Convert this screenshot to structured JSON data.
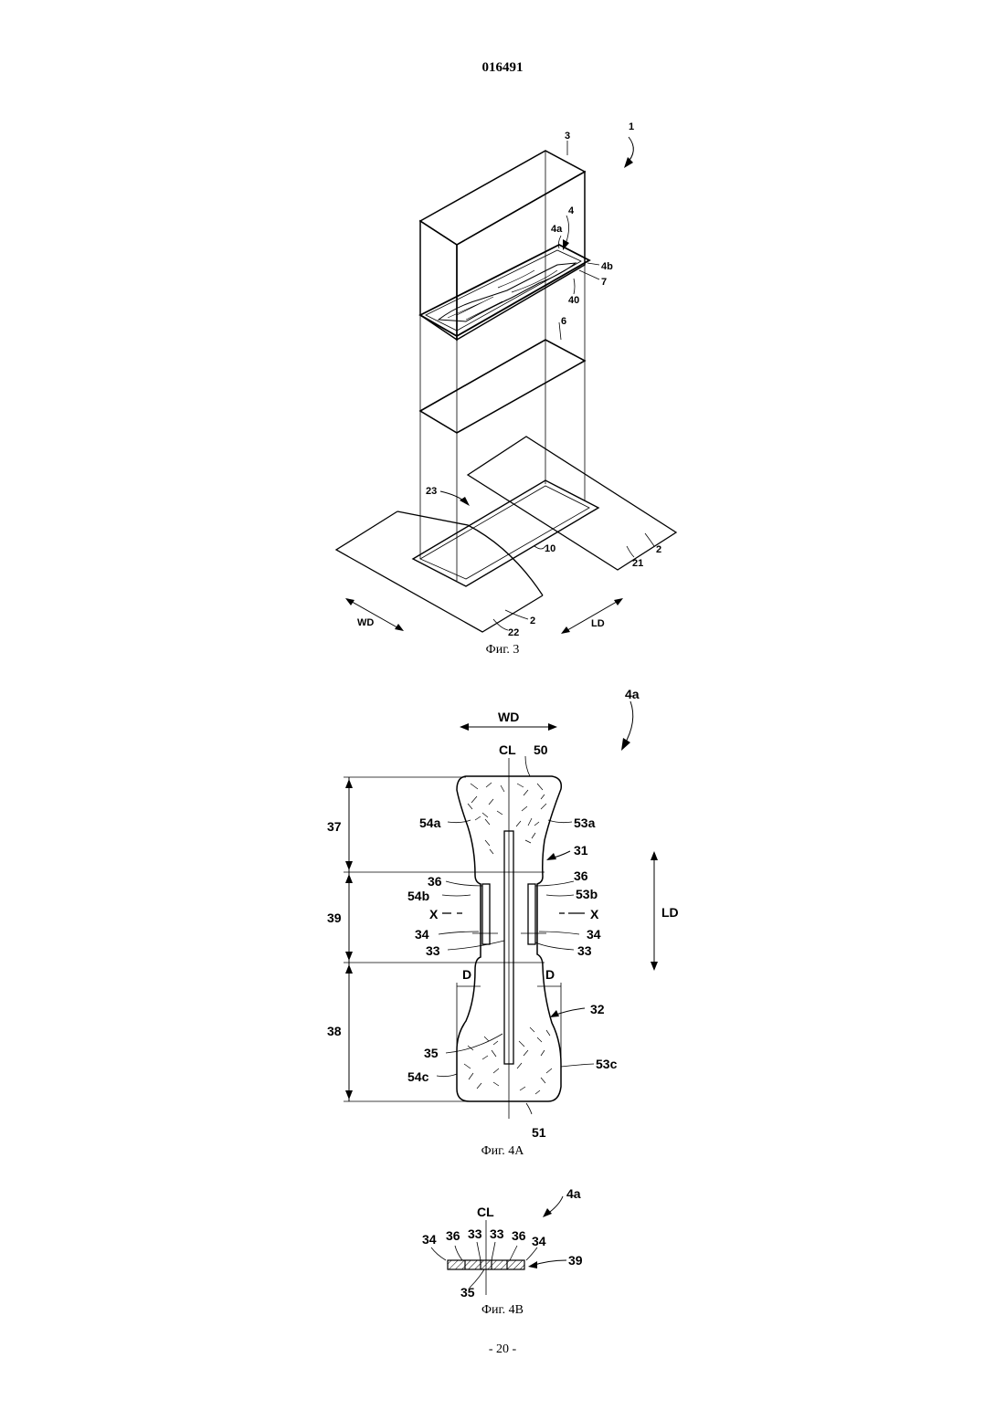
{
  "header": {
    "doc_number": "016491"
  },
  "figure3": {
    "caption": "Фиг. 3",
    "labels": {
      "l1": "1",
      "l3": "3",
      "l4": "4",
      "l4a": "4a",
      "l4b": "4b",
      "l7": "7",
      "l40": "40",
      "l6": "6",
      "l23": "23",
      "l10": "10",
      "l2a": "2",
      "l21": "21",
      "l2b": "2",
      "l22": "22",
      "wd": "WD",
      "ld": "LD"
    }
  },
  "figure4a": {
    "caption": "Фиг. 4A",
    "labels": {
      "l4a": "4a",
      "wd": "WD",
      "cl": "CL",
      "l50": "50",
      "l37": "37",
      "l54a": "54a",
      "l53a": "53a",
      "l31": "31",
      "l36l": "36",
      "l36r": "36",
      "l54b": "54b",
      "l53b": "53b",
      "l39": "39",
      "xl": "X",
      "xr": "X",
      "ld": "LD",
      "l34l": "34",
      "l34r": "34",
      "l33l": "33",
      "l33r": "33",
      "dl": "D",
      "dr": "D",
      "l32": "32",
      "l38": "38",
      "l35": "35",
      "l54c": "54c",
      "l53c": "53c",
      "l51": "51"
    }
  },
  "figure4b": {
    "caption": "Фиг. 4B",
    "labels": {
      "l4a": "4a",
      "cl": "CL",
      "l34l": "34",
      "l36l": "36",
      "l33l": "33",
      "l33r": "33",
      "l36r": "36",
      "l34r": "34",
      "l39": "39",
      "l35": "35"
    }
  },
  "footer": {
    "page": "- 20 -"
  }
}
